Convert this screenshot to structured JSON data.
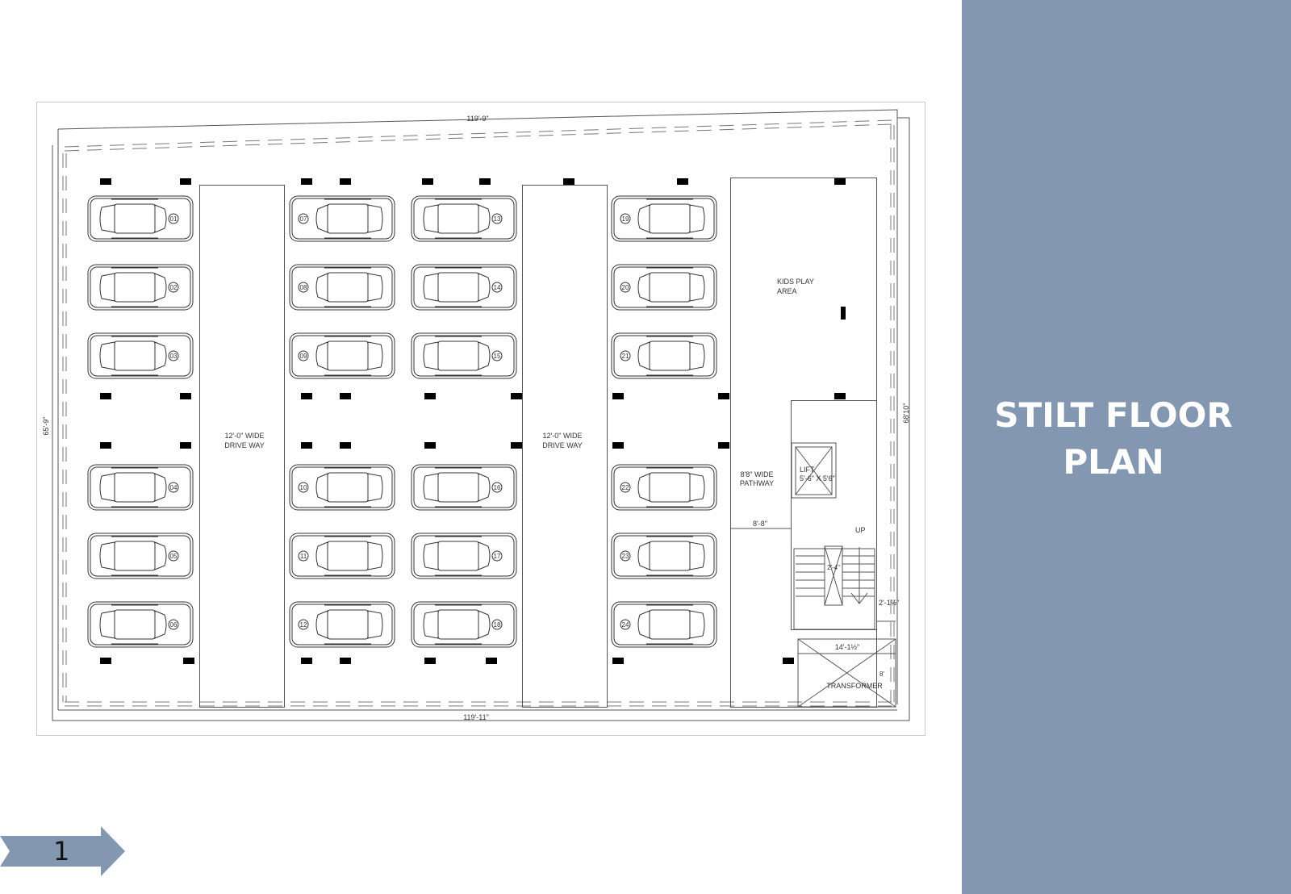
{
  "slide": {
    "title_line1": "STILT FLOOR",
    "title_line2": "PLAN",
    "page_number": "1"
  },
  "colors": {
    "panel": "#8497b0",
    "arrow": "#8497b0"
  },
  "plan": {
    "dim_top": "119'-9\"",
    "dim_bottom": "119'-11\"",
    "dim_left": "65'-9\"",
    "dim_right": "68'10\"",
    "driveway1": [
      "12'-0\" WIDE",
      "DRIVE WAY"
    ],
    "driveway2": [
      "12'-0\" WIDE",
      "DRIVE WAY"
    ],
    "kids_area": [
      "KIDS PLAY",
      "AREA"
    ],
    "pathway": [
      "8'8\" WIDE",
      "PATHWAY"
    ],
    "pathway_dim": "8'-8\"",
    "lift": [
      "LIFT",
      "5'-6\" X 5'6\""
    ],
    "stair_up": "UP",
    "stair_well": "2'-4\"",
    "stair_gap": "2'-1½\"",
    "transformer_dim": "14'-1½\"",
    "transformer_h": "8'",
    "transformer": "TRANSFORMER",
    "parking_columns": [
      {
        "facing": "left",
        "slots": [
          "01",
          "02",
          "03",
          "04",
          "05",
          "06"
        ]
      },
      {
        "facing": "right",
        "slots": [
          "07",
          "08",
          "09",
          "10",
          "11",
          "12"
        ]
      },
      {
        "facing": "left",
        "slots": [
          "13",
          "14",
          "15",
          "16",
          "17",
          "18"
        ]
      },
      {
        "facing": "right",
        "slots": [
          "19",
          "20",
          "21",
          "22",
          "23",
          "24"
        ]
      }
    ]
  }
}
